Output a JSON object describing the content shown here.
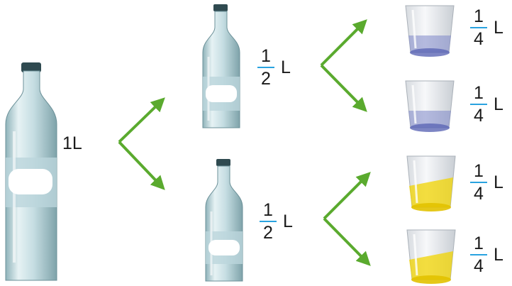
{
  "labels": {
    "whole": "1L",
    "half_num": "1",
    "half_den": "2",
    "quarter_num": "1",
    "quarter_den": "4",
    "unit": "L"
  },
  "colors": {
    "arrow": "#5aaa2e",
    "fraction_bar": "#29a3e0",
    "bottle_glass": "#cfe3e8",
    "glass_blue_tint": "#7d86c9",
    "glass_yellow_tint": "#f2d400"
  },
  "icons": [
    "large-bottle",
    "half-bottle",
    "drinking-glass",
    "arrow"
  ]
}
